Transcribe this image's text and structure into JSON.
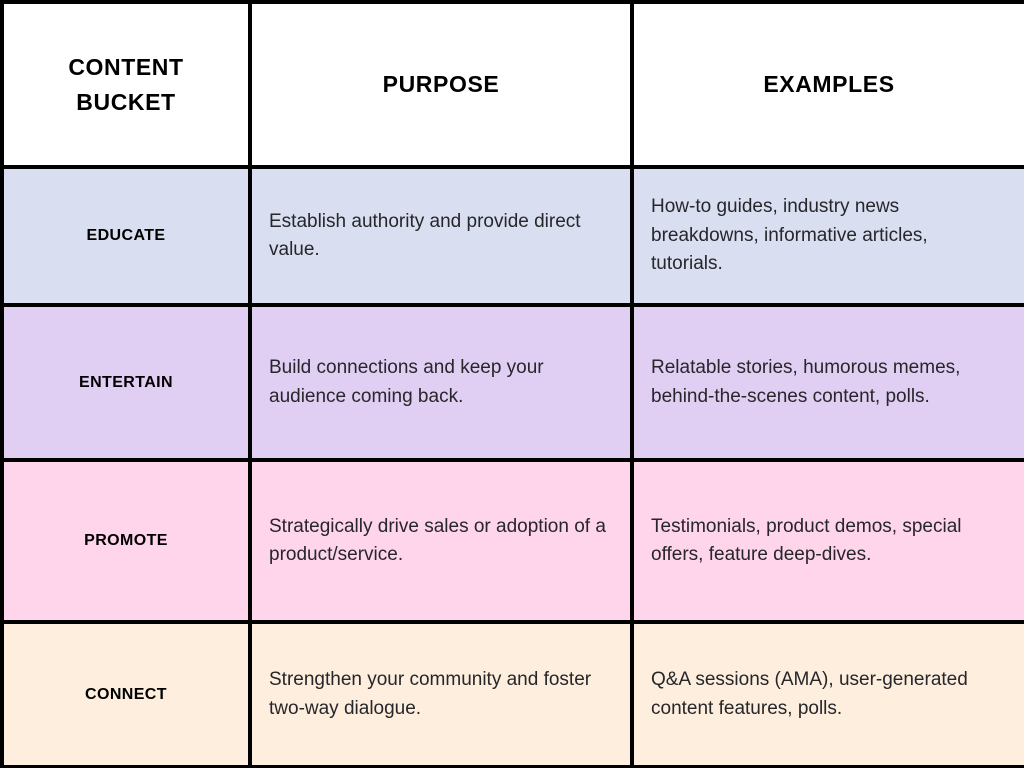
{
  "table": {
    "headers": {
      "bucket": "CONTENT BUCKET",
      "purpose": "PURPOSE",
      "examples": "EXAMPLES"
    },
    "rows": [
      {
        "bucket": "EDUCATE",
        "purpose": "Establish authority and provide direct value.",
        "examples": "How-to guides, industry news breakdowns, informative articles, tutorials.",
        "bg": "#d9dff0"
      },
      {
        "bucket": "ENTERTAIN",
        "purpose": "Build connections and keep your audience coming back.",
        "examples": "Relatable stories, humorous memes, behind-the-scenes content, polls.",
        "bg": "#e0cef3"
      },
      {
        "bucket": "PROMOTE",
        "purpose": "Strategically drive sales or adoption of a product/service.",
        "examples": "Testimonials, product demos, special offers, feature deep-dives.",
        "bg": "#fed5ea"
      },
      {
        "bucket": "CONNECT",
        "purpose": "Strengthen your community and foster two-way dialogue.",
        "examples": "Q&A sessions (AMA), user-generated content features, polls.",
        "bg": "#fdeedd"
      }
    ],
    "colors": {
      "border": "#000000",
      "header_bg": "#ffffff",
      "heading_text": "#000000",
      "body_text": "#26262b"
    }
  }
}
